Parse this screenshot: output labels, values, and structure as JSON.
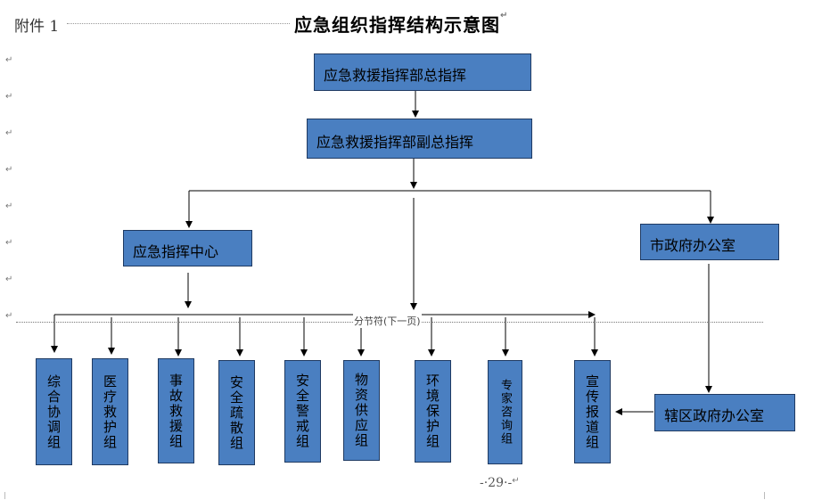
{
  "annex_label": "附件 1",
  "title": "应急组织指挥结构示意图",
  "para_mark": "↵",
  "nodes": {
    "commander": "应急救援指挥部总指挥",
    "deputy": "应急救援指挥部副总指挥",
    "center": "应急指挥中心",
    "city_office": "市政府办公室",
    "district_office": "辖区政府办公室"
  },
  "groups": [
    "综合协调组",
    "医疗救护组",
    "事故救援组",
    "安全疏散组",
    "安全警戒组",
    "物资供应组",
    "环境保护组",
    "专家咨询组",
    "宣传报道组"
  ],
  "section_break_label": "分节符(下一页)",
  "page_number": "-·29·-"
}
